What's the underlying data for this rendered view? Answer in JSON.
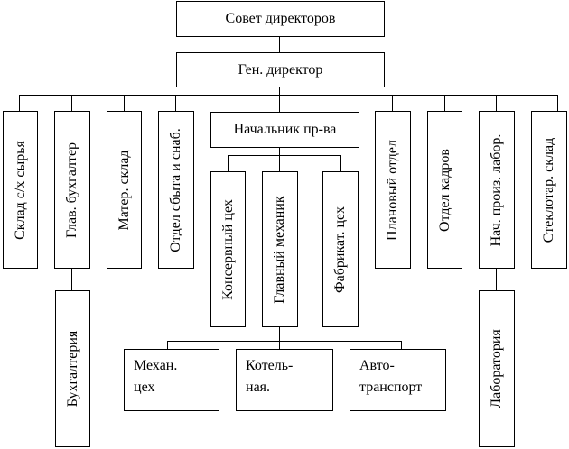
{
  "diagram": {
    "type": "org-chart",
    "root": {
      "label": "Совет директоров"
    },
    "general_director": {
      "label": "Ген. директор"
    },
    "departments": [
      {
        "id": "raw-warehouse",
        "label": "Склад с/х сырья"
      },
      {
        "id": "chief-accountant",
        "label": "Глав. бухгалтер",
        "children": [
          {
            "id": "accounting",
            "label": "Бухгалтерия"
          }
        ]
      },
      {
        "id": "materials-warehouse",
        "label": "Матер. склад"
      },
      {
        "id": "sales-supply",
        "label": "Отдел сбыта и снаб."
      },
      {
        "id": "production-head",
        "label": "Начальник пр-ва"
      },
      {
        "id": "planning",
        "label": "Плановый отдел"
      },
      {
        "id": "hr",
        "label": "Отдел кадров"
      },
      {
        "id": "lab-head",
        "label": "Нач. произ. лабор.",
        "children": [
          {
            "id": "laboratory",
            "label": "Лаборатория"
          }
        ]
      },
      {
        "id": "glass-warehouse",
        "label": "Стеклотар. склад"
      }
    ],
    "production": [
      {
        "id": "cannery",
        "label": "Консервный цех"
      },
      {
        "id": "chief-mechanic",
        "label": "Главный механик"
      },
      {
        "id": "fabrication",
        "label": "Фабрикат. цех"
      }
    ],
    "mechanic_units": [
      {
        "id": "mech-shop",
        "line1": "Механ.",
        "line2": "цех"
      },
      {
        "id": "boiler",
        "line1": "Котель-",
        "line2": "ная."
      },
      {
        "id": "transport",
        "line1": "Авто-",
        "line2": "транспорт"
      }
    ]
  }
}
